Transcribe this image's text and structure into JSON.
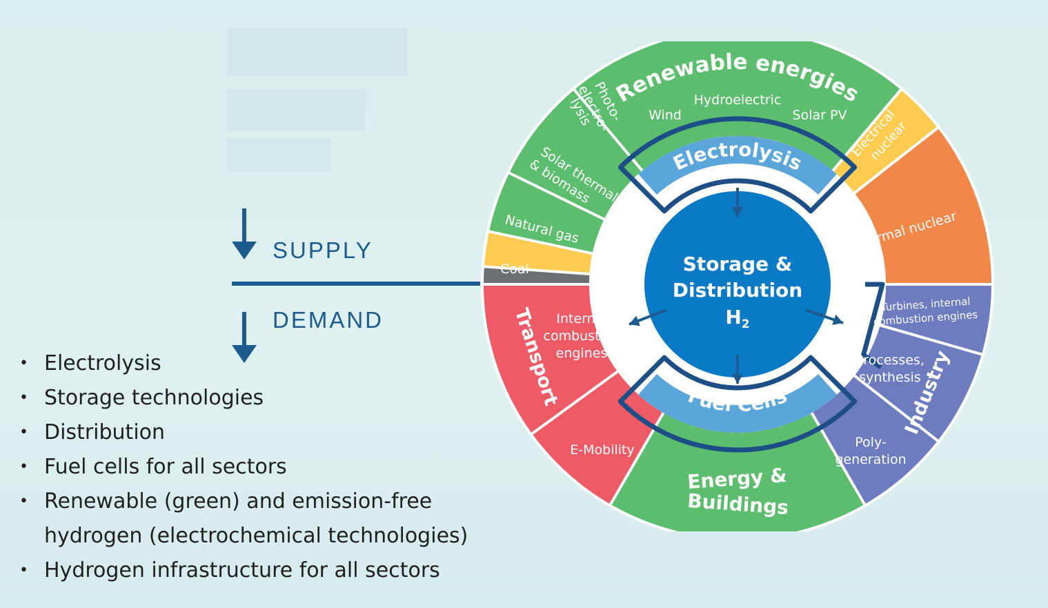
{
  "flow": {
    "supply_label": "SUPPLY",
    "demand_label": "DEMAND"
  },
  "list_items": [
    "Electrolysis",
    "Storage technologies",
    "Distribution",
    "Fuel cells for all sectors",
    "Renewable (green) and emission-free",
    "hydrogen (electrochemical technologies)",
    "Hydrogen infrastructure for all sectors"
  ],
  "wheel": {
    "center": {
      "line1": "Storage &",
      "line2": "Distribution",
      "line3_base": "H",
      "line3_sub": "2",
      "color": "#0a79c6"
    },
    "inner_ring": {
      "electrolysis": "Electrolysis",
      "fuel_cells": "Fuel Cells",
      "color": "#5aa5d9"
    },
    "supply": {
      "renewable_title": "Renewable energies",
      "wind": "Wind",
      "hydroelectric": "Hydroelectric",
      "solar_pv": "Solar PV",
      "photo_line1": "Photo-",
      "photo_line2": "electro-",
      "photo_line3": "lysis",
      "solar_thermal_line1": "Solar thermal",
      "solar_thermal_line2": "& biomass",
      "natural_gas": "Natural gas",
      "coal": "Coal",
      "electrical_nuclear_line1": "Electrical",
      "electrical_nuclear_line2": "nuclear",
      "thermal_nuclear": "Thermal nuclear"
    },
    "demand": {
      "transport_title": "Transport",
      "ice_line1": "Internal",
      "ice_line2": "combustion",
      "ice_line3": "engines",
      "e_mobility": "E-Mobility",
      "energy_line1": "Energy &",
      "energy_line2": "Buildings",
      "industry_title": "Industry",
      "turbines_line1": "Turbines, internal",
      "turbines_line2": "combustion engines",
      "processes_line1": "Processes,",
      "processes_line2": "synthesis",
      "poly_line1": "Poly-",
      "poly_line2": "generation"
    },
    "colors": {
      "green": "#5bbd6d",
      "yellow": "#fdcb4f",
      "gray": "#6b6e72",
      "orange": "#f2874a",
      "red": "#ef5a67",
      "purple": "#6d7bbf",
      "outline": "#1d4f86",
      "arrow": "#1d5a8e"
    }
  }
}
